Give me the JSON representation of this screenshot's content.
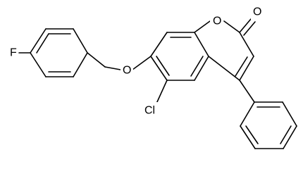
{
  "structure": {
    "atoms": {
      "fluorine": "F",
      "ether_oxygen": "O",
      "ring_oxygen": "O",
      "carbonyl_oxygen": "O",
      "chlorine": "Cl"
    }
  }
}
